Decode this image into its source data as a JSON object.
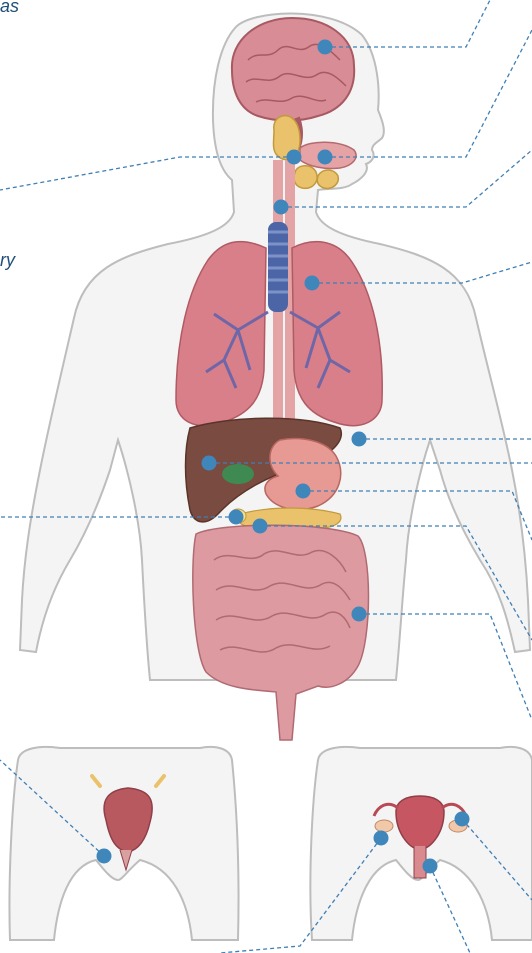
{
  "labels": {
    "top_partial": "as",
    "mid_partial": "ry"
  },
  "colors": {
    "marker": "#3f86bb",
    "leader_line": "#3f7fb5",
    "body_fill": "#f4f4f4",
    "body_outline": "#bdbdbd",
    "brain": "#d88c95",
    "lung": "#d87f89",
    "airway": "#4c65a6",
    "liver": "#7a4b40",
    "stomach": "#e69a93",
    "intestine": "#dd9aa0",
    "bladder": "#b85960",
    "uterus": "#c75663",
    "gland": "#e9c26b"
  },
  "icons": {
    "marker": "circle-marker-icon"
  },
  "markers": [
    {
      "id": "brain"
    },
    {
      "id": "salivary-gland"
    },
    {
      "id": "mouth"
    },
    {
      "id": "esophagus"
    },
    {
      "id": "lung"
    },
    {
      "id": "breast"
    },
    {
      "id": "liver"
    },
    {
      "id": "stomach"
    },
    {
      "id": "gallbladder"
    },
    {
      "id": "pancreas"
    },
    {
      "id": "colon"
    },
    {
      "id": "bladder"
    },
    {
      "id": "ovary-left"
    },
    {
      "id": "ovary-right"
    },
    {
      "id": "cervix"
    }
  ]
}
